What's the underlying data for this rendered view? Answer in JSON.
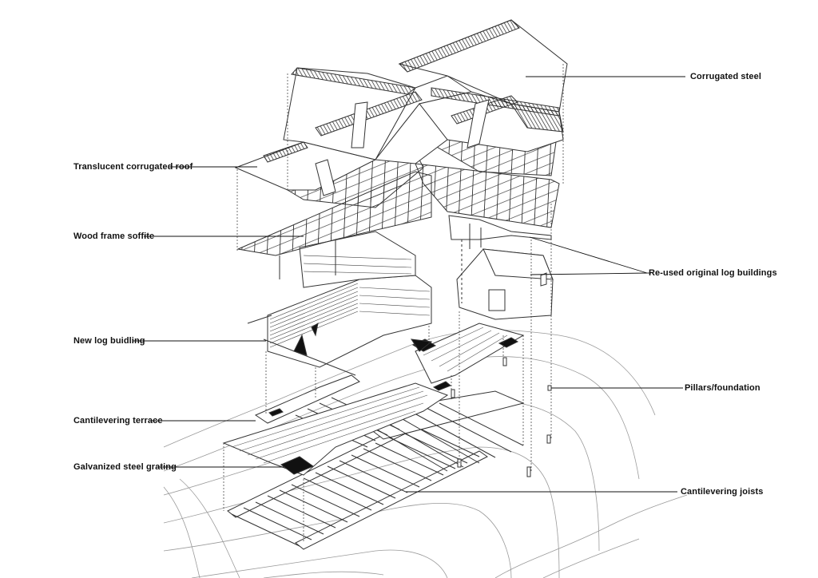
{
  "labels": {
    "corrugated_steel": "Corrugated steel",
    "translucent_roof": "Translucent corrugated roof",
    "wood_frame_soffite": "Wood frame soffite",
    "reused_log_buildings": "Re-used original log buildings",
    "new_log_building": "New log buidling",
    "pillars_foundation": "Pillars/foundation",
    "cantilevering_terrace": "Cantilevering terrace",
    "galvanized_grating": "Galvanized steel grating",
    "cantilevering_joists": "Cantilevering joists"
  },
  "colors": {
    "ink": "#111111",
    "line": "#333333",
    "terrain": "#9a9a9a",
    "fill": "#111111"
  }
}
